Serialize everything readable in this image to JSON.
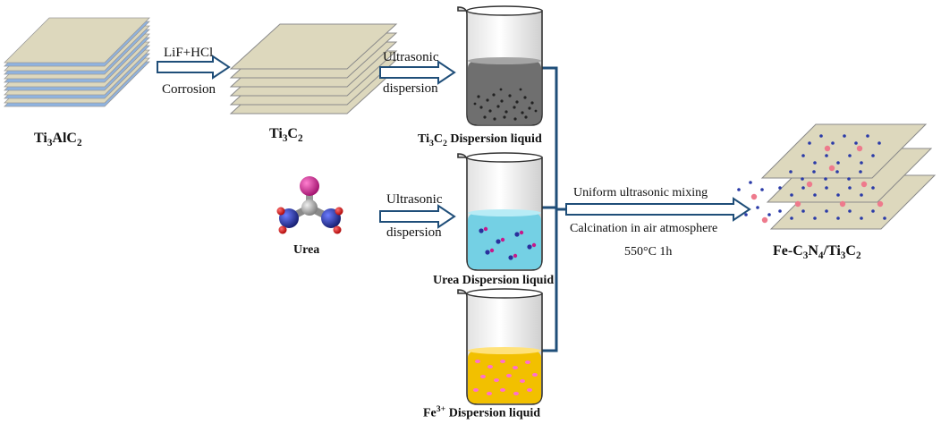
{
  "materials": {
    "ti3alc2": {
      "base": "Ti",
      "s1": "3",
      "mid": "AlC",
      "s2": "2"
    },
    "ti3c2": {
      "base": "Ti",
      "s1": "3",
      "mid": "C",
      "s2": "2"
    },
    "urea": "Urea",
    "product": {
      "p1": "Fe-C",
      "s1": "3",
      "p2": "N",
      "s2": "4",
      "p3": "/Ti",
      "s3": "3",
      "p4": "C",
      "s4": "2"
    }
  },
  "steps": {
    "etch_reagent": "LiF+HCl",
    "etch_process": "Corrosion",
    "ultrasonic": "Ultrasonic",
    "dispersion": "dispersion",
    "mixing": "Uniform ultrasonic mixing",
    "calcination": "Calcination in air atmosphere",
    "condition": "550°C 1h"
  },
  "beakers": {
    "ti3c2_label": {
      "base": "Ti",
      "s1": "3",
      "mid": "C",
      "s2": "2",
      "rest": " Dispersion liquid"
    },
    "urea_label": "Urea Dispersion liquid",
    "fe_label": {
      "base": "Fe",
      "sup": "3+",
      "rest": " Dispersion liquid"
    }
  },
  "colors": {
    "arrow": "#1f4e79",
    "sheet": "#ddd8bd",
    "ti3c2_liquid": "#6f6f6f",
    "urea_liquid": "#74d0e4",
    "fe_liquid": "#f2c000",
    "urea_n": "#1e2a8c",
    "urea_c": "#9a9a9a",
    "urea_o": "#cc1c8c"
  }
}
